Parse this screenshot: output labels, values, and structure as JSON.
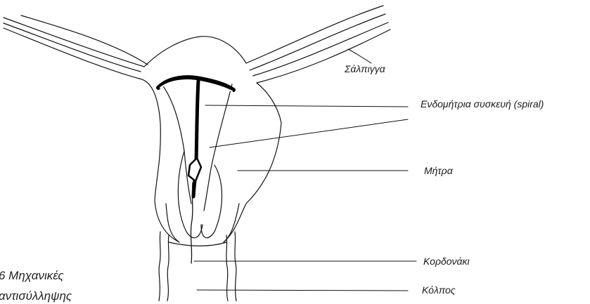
{
  "diagram": {
    "labels": {
      "fallopian_tube": "Σάλπιγγα",
      "iud": "Ενδομήτρια συσκευή (spiral)",
      "uterus": "Μήτρα",
      "string": "Κορδονάκι",
      "vagina": "Κόλπος"
    },
    "caption": {
      "line1": "6 Μηχανικές",
      "line2": "αντισύλληψης"
    }
  }
}
